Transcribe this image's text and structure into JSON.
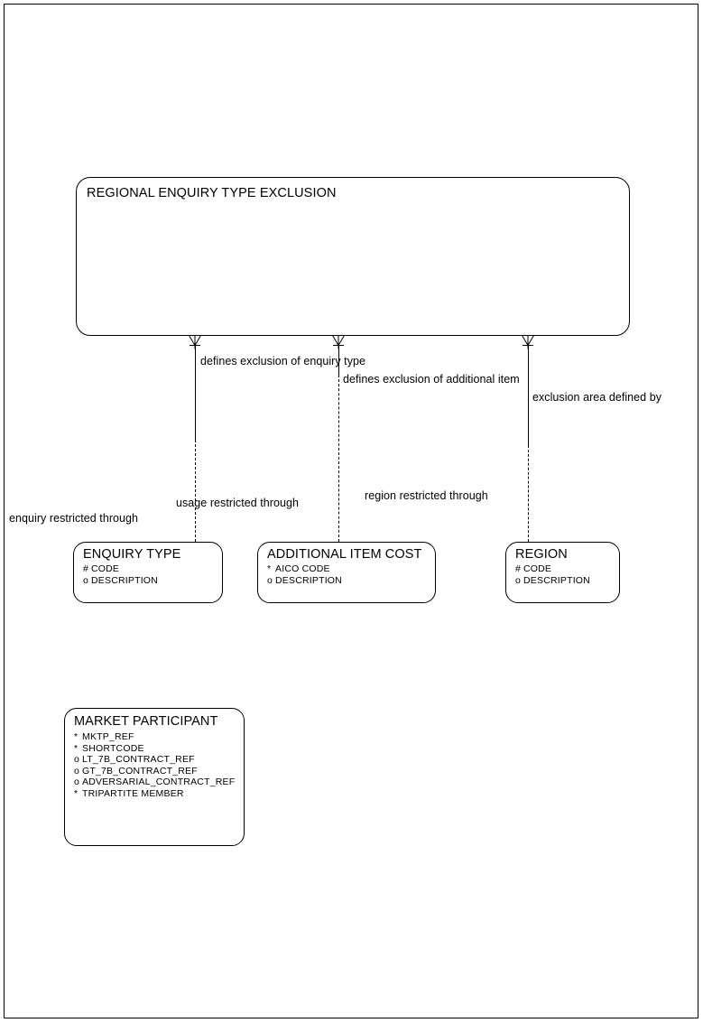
{
  "diagram": {
    "type": "entity-relationship",
    "title": "Regional Enquiry Type Exclusion ER diagram",
    "entities": [
      {
        "id": "regional-enquiry-type-exclusion",
        "name": "REGIONAL ENQUIRY TYPE EXCLUSION",
        "attributes": []
      },
      {
        "id": "enquiry-type",
        "name": "ENQUIRY TYPE",
        "attributes": [
          {
            "marker": "#",
            "label": "CODE"
          },
          {
            "marker": "o",
            "label": "DESCRIPTION"
          }
        ]
      },
      {
        "id": "additional-item-cost",
        "name": "ADDITIONAL ITEM COST",
        "attributes": [
          {
            "marker": "*",
            "label": "AICO CODE"
          },
          {
            "marker": "o",
            "label": "DESCRIPTION"
          }
        ]
      },
      {
        "id": "region",
        "name": "REGION",
        "attributes": [
          {
            "marker": "#",
            "label": "CODE"
          },
          {
            "marker": "o",
            "label": "DESCRIPTION"
          }
        ]
      },
      {
        "id": "market-participant",
        "name": "MARKET PARTICIPANT",
        "attributes": [
          {
            "marker": "*",
            "label": "MKTP_REF"
          },
          {
            "marker": "*",
            "label": "SHORTCODE"
          },
          {
            "marker": "o",
            "label": "LT_7B_CONTRACT_REF"
          },
          {
            "marker": "o",
            "label": "GT_7B_CONTRACT_REF"
          },
          {
            "marker": "o",
            "label": "ADVERSARIAL_CONTRACT_REF"
          },
          {
            "marker": "*",
            "label": "TRIPARTITE MEMBER"
          }
        ]
      }
    ],
    "relationships": [
      {
        "id": "rel-enquiry-type",
        "from_label": "defines exclusion of enquiry type",
        "to_label": "enquiry restricted through"
      },
      {
        "id": "rel-additional-item",
        "from_label": "defines exclusion of additional item",
        "to_label": "usage restricted through"
      },
      {
        "id": "rel-region",
        "from_label": "exclusion area defined by",
        "to_label": "region restricted through"
      }
    ],
    "colors": {
      "stroke": "#000000",
      "background": "#ffffff",
      "text": "#000000"
    }
  }
}
